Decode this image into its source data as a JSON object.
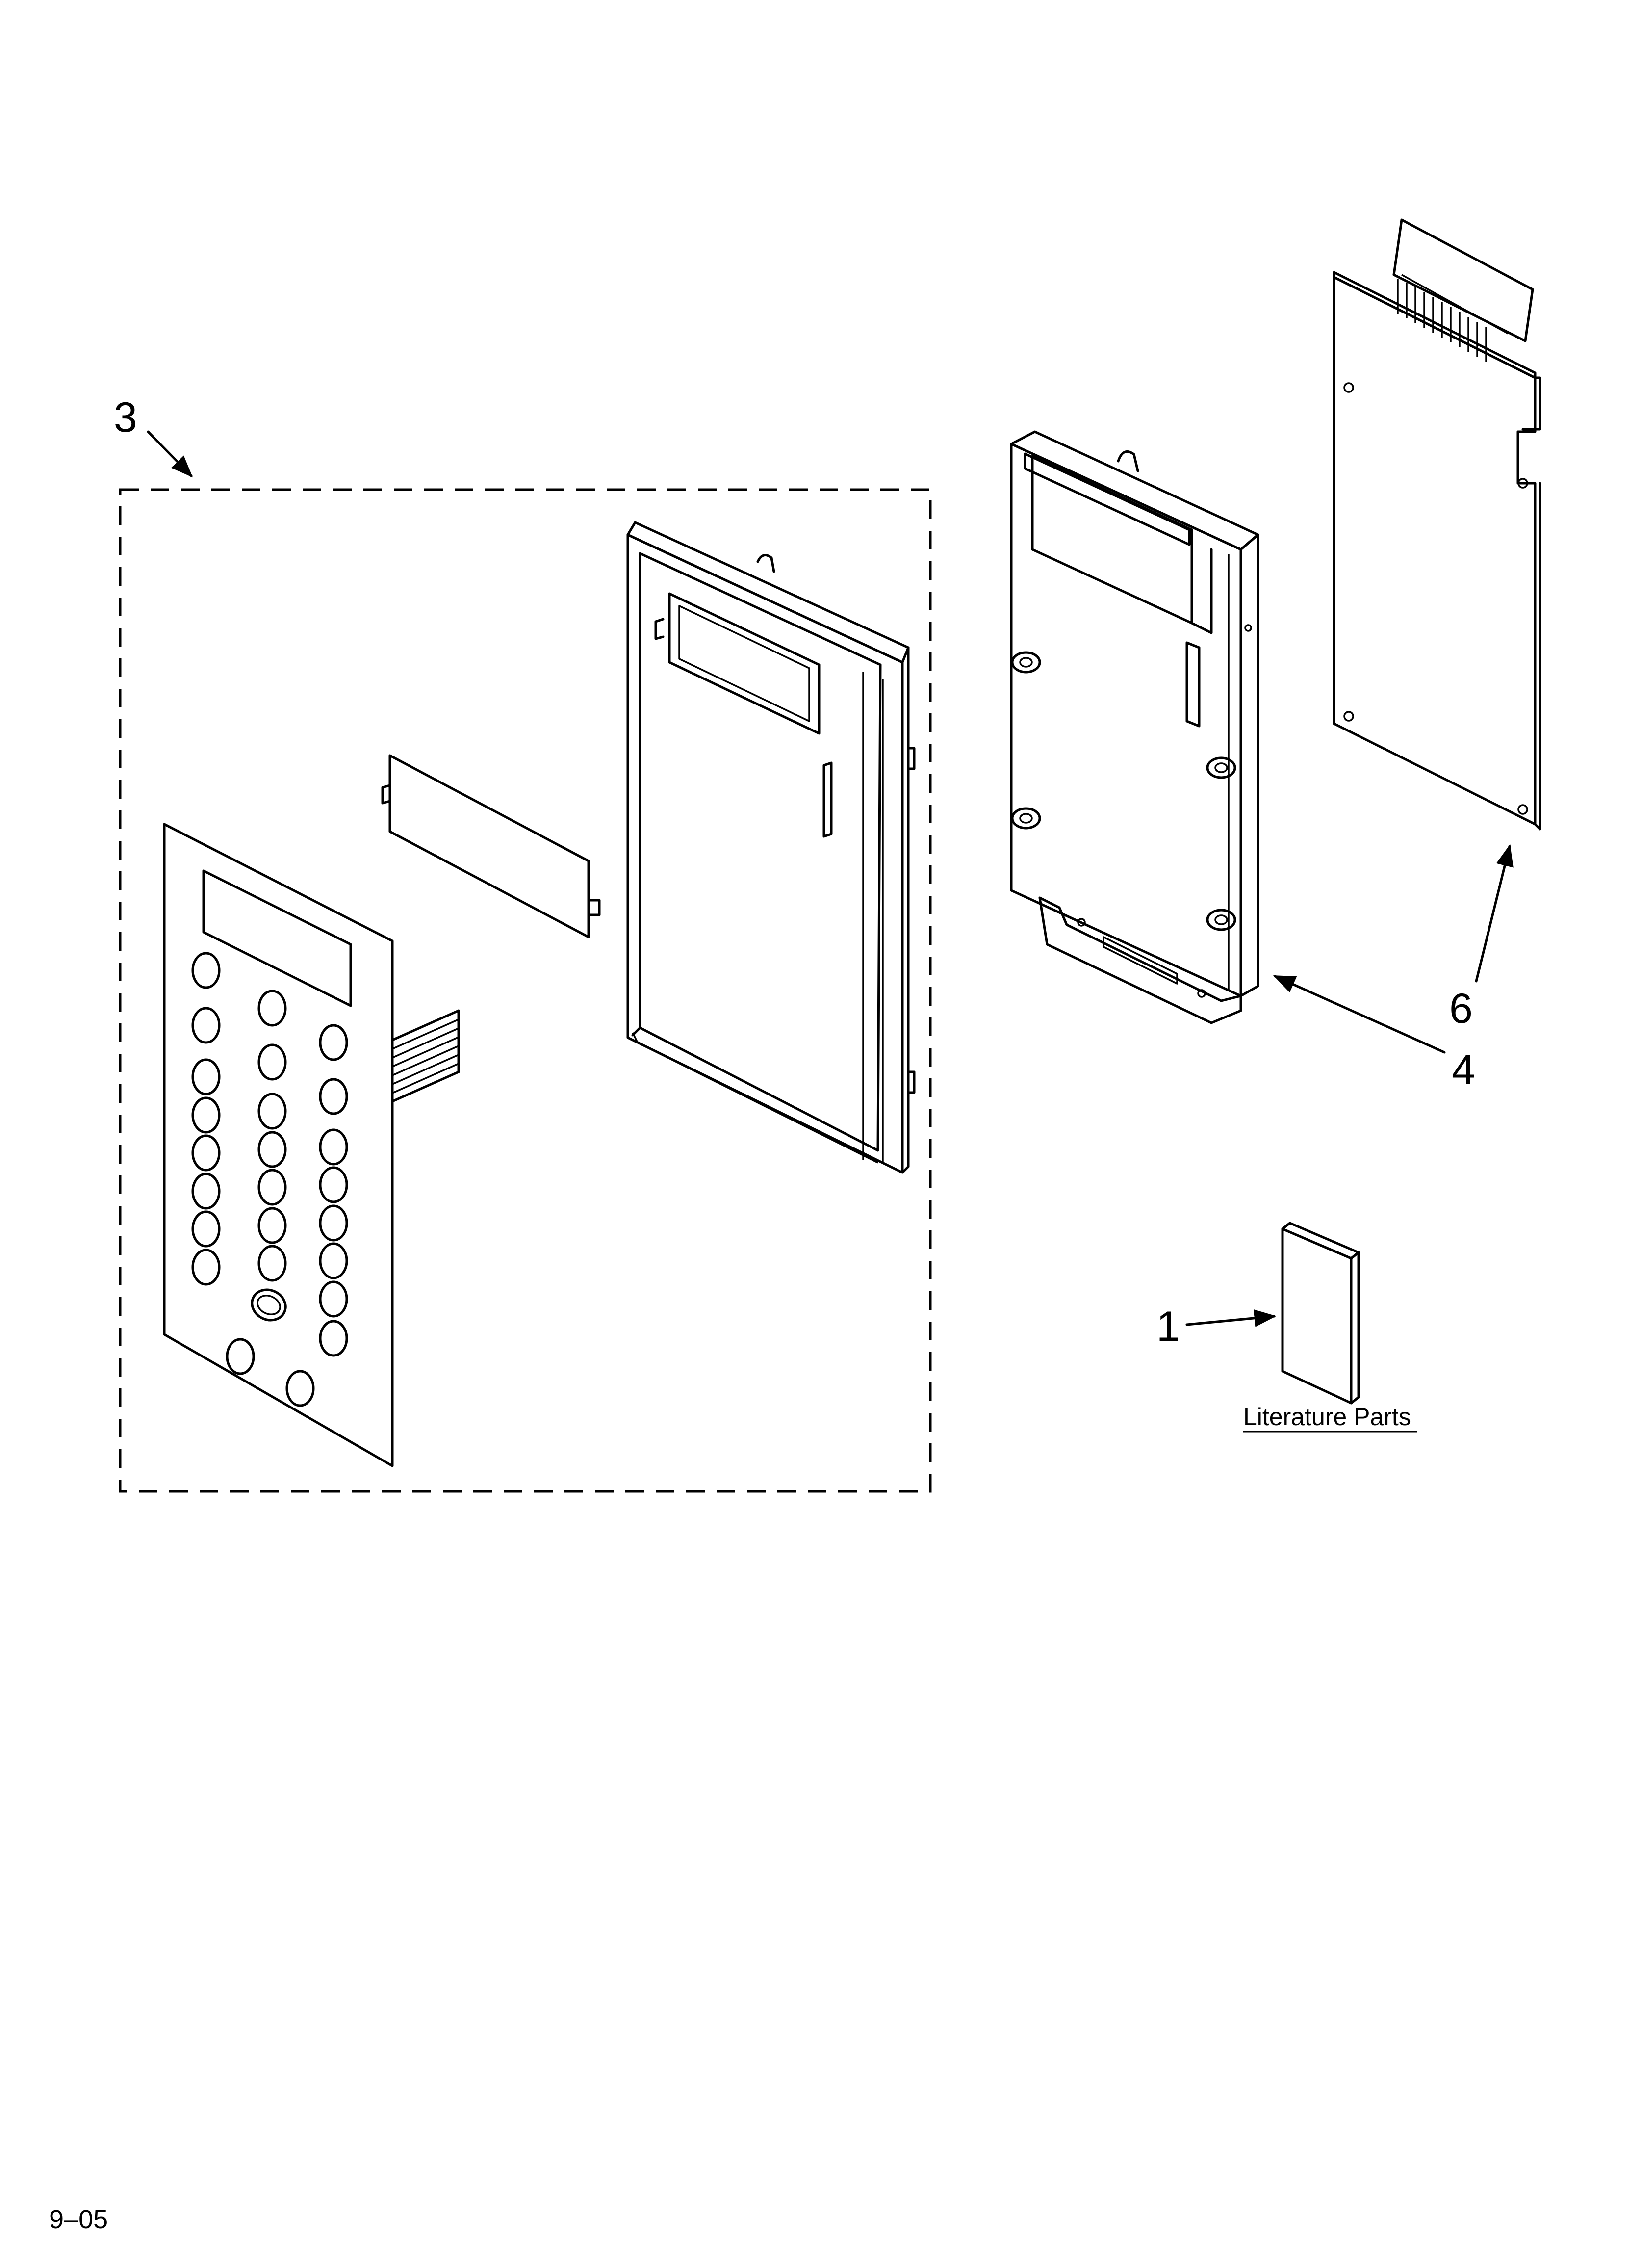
{
  "callouts": {
    "kit": "3",
    "control_panel": "4",
    "control_board": "6",
    "literature": "1"
  },
  "literature_label": "Literature Parts",
  "footer_code": "9–05",
  "colors": {
    "line": "#000000",
    "background": "#ffffff"
  }
}
